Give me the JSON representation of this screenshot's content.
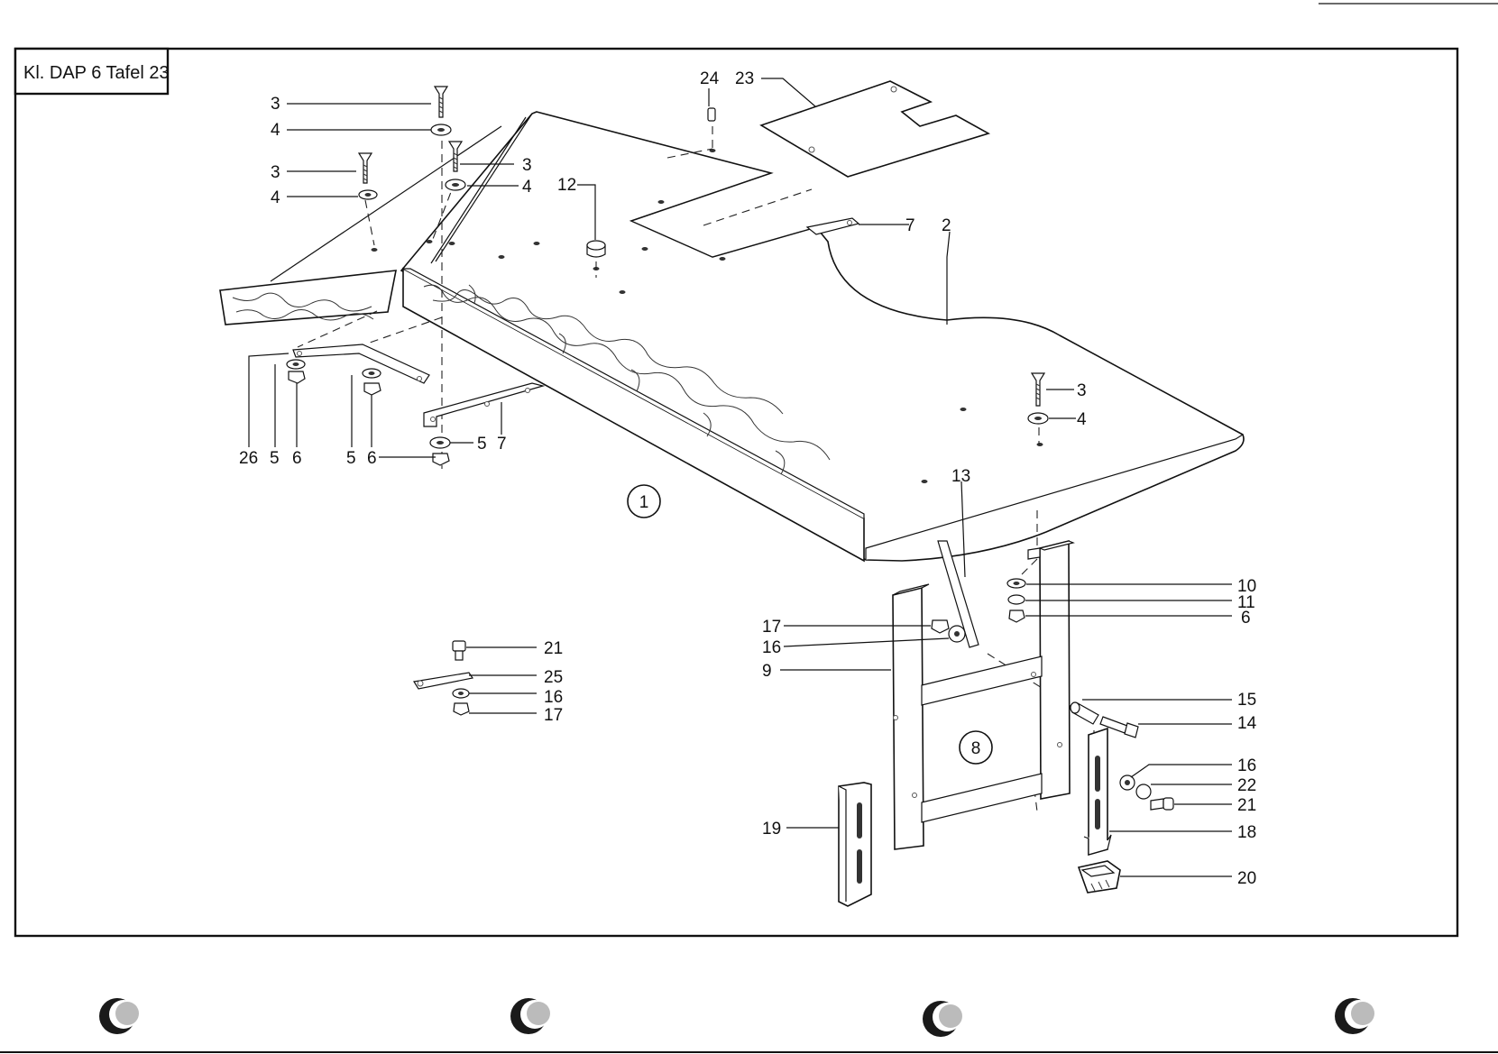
{
  "sheet_title": "Kl. DAP 6  Tafel 23",
  "assembly_markers": [
    {
      "id": "top",
      "label": "1"
    },
    {
      "id": "frame",
      "label": "8"
    }
  ],
  "callouts": {
    "screw_a": "3",
    "washer_a": "4",
    "screw_b": "3",
    "washer_b": "4",
    "screw_c": "3",
    "washer_c": "4",
    "screw_d": "3",
    "washer_d": "4",
    "pin": "24",
    "plate": "23",
    "cap": "12",
    "tab_top": "7",
    "table_top": "2",
    "angle_26": "26",
    "washer_5a": "5",
    "nut_6a": "6",
    "washer_5b": "5",
    "nut_6b": "6",
    "washer_5c": "5",
    "rail_7": "7",
    "strut_13": "13",
    "washer_10": "10",
    "spring_11": "11",
    "nut_6c": "6",
    "nut_17a": "17",
    "washer_16a": "16",
    "frame_9": "9",
    "bolt_21a": "21",
    "clip_25": "25",
    "washer_16b": "16",
    "nut_17b": "17",
    "sleeve_15": "15",
    "bolt_14": "14",
    "washer_16c": "16",
    "spring_22": "22",
    "bolt_21b": "21",
    "foot_18": "18",
    "foot_19": "19",
    "glide_20": "20"
  }
}
